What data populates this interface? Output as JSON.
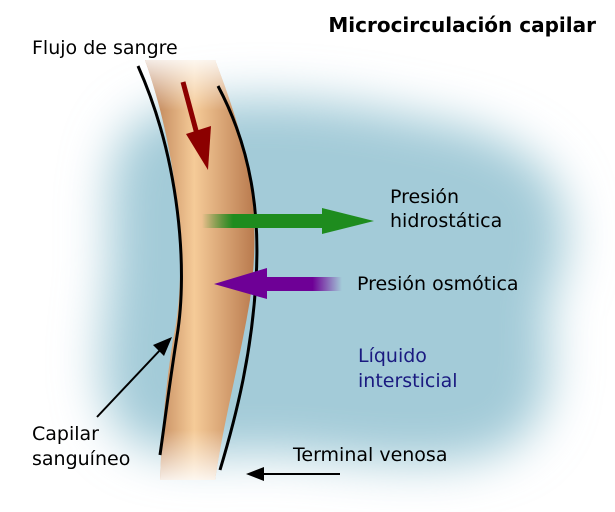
{
  "title": "Microcirculación capilar",
  "labels": {
    "blood_flow": "Flujo de sangre",
    "hydrostatic_line1": "Presión",
    "hydrostatic_line2": "hidrostática",
    "osmotic": "Presión osmótica",
    "interstitial_line1": "Líquido",
    "interstitial_line2": "intersticial",
    "capillary_line1": "Capilar",
    "capillary_line2": "sanguíneo",
    "venous": "Terminal venosa"
  },
  "colors": {
    "interstitial_fluid": "#a3cbd8",
    "capillary_core": "#f5cb98",
    "capillary_edge": "#b4764c",
    "blood_flow_arrow": "#8c0000",
    "hydrostatic_arrow": "#1e8c1e",
    "osmotic_arrow": "#6e0096",
    "interstitial_text": "#1a1a80"
  },
  "icons": {
    "blood_flow": "arrow-down-icon",
    "hydrostatic": "arrow-right-icon",
    "osmotic": "arrow-left-icon",
    "capillary_pointer": "pointer-arrow-icon",
    "venous": "arrow-left-icon"
  }
}
